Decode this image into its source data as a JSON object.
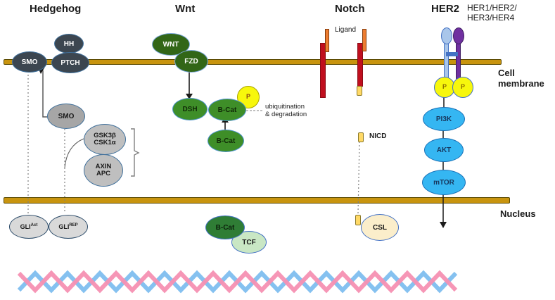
{
  "labels": {
    "cell_membrane": "Cell membrane",
    "nucleus": "Nucleus"
  },
  "pathways": {
    "hedgehog": {
      "title": "Hedgehog",
      "nodes": {
        "hh": "HH",
        "ptch": "PTCH",
        "smo_membrane": "SMO",
        "smo_cytoplasm": "SMO",
        "kinase_complex_line1": "GSK3β",
        "kinase_complex_line2": "CSK1α",
        "scaffold_complex_line1": "AXIN",
        "scaffold_complex_line2": "APC",
        "gli_act_base": "GLI",
        "gli_act_sup": "Act",
        "gli_rep_base": "GLI",
        "gli_rep_sup": "REP"
      }
    },
    "wnt": {
      "title": "Wnt",
      "annotation_line1": "ubiquitination",
      "annotation_line2": "& degradation",
      "nodes": {
        "wnt": "WNT",
        "fzd": "FZD",
        "dsh": "DSH",
        "bcat_phos": "B-Cat",
        "phospho": "P",
        "bcat_free": "B-Cat",
        "bcat_nucleus": "B-Cat",
        "tcf": "TCF"
      }
    },
    "notch": {
      "title": "Notch",
      "ligand_label": "Ligand",
      "nicd_label": "NICD",
      "nodes": {
        "csl": "CSL"
      }
    },
    "her2": {
      "title": "HER2",
      "subtitle_line1": "HER1/HER2/",
      "subtitle_line2": "HER3/HER4",
      "phospho_left": "P",
      "phospho_right": "P",
      "nodes": {
        "pi3k": "PI3K",
        "akt": "AKT",
        "mtor": "mTOR"
      }
    }
  },
  "colors": {
    "membrane_gold": "#C8940E",
    "dark_node": "#3C4650",
    "green_dark": "#326617",
    "green_mid": "#3E8E28",
    "phospho_yellow": "#F7F70C",
    "signal_blue": "#35B6F2",
    "receptor_red": "#C00F1E",
    "ligand_orange": "#ED7D31",
    "nicd_yellow": "#FFD966",
    "her_lightblue": "#A9C6EA",
    "her_purple": "#7030A0",
    "dna_pink": "#F590B2",
    "dna_blue": "#85C1F0"
  }
}
